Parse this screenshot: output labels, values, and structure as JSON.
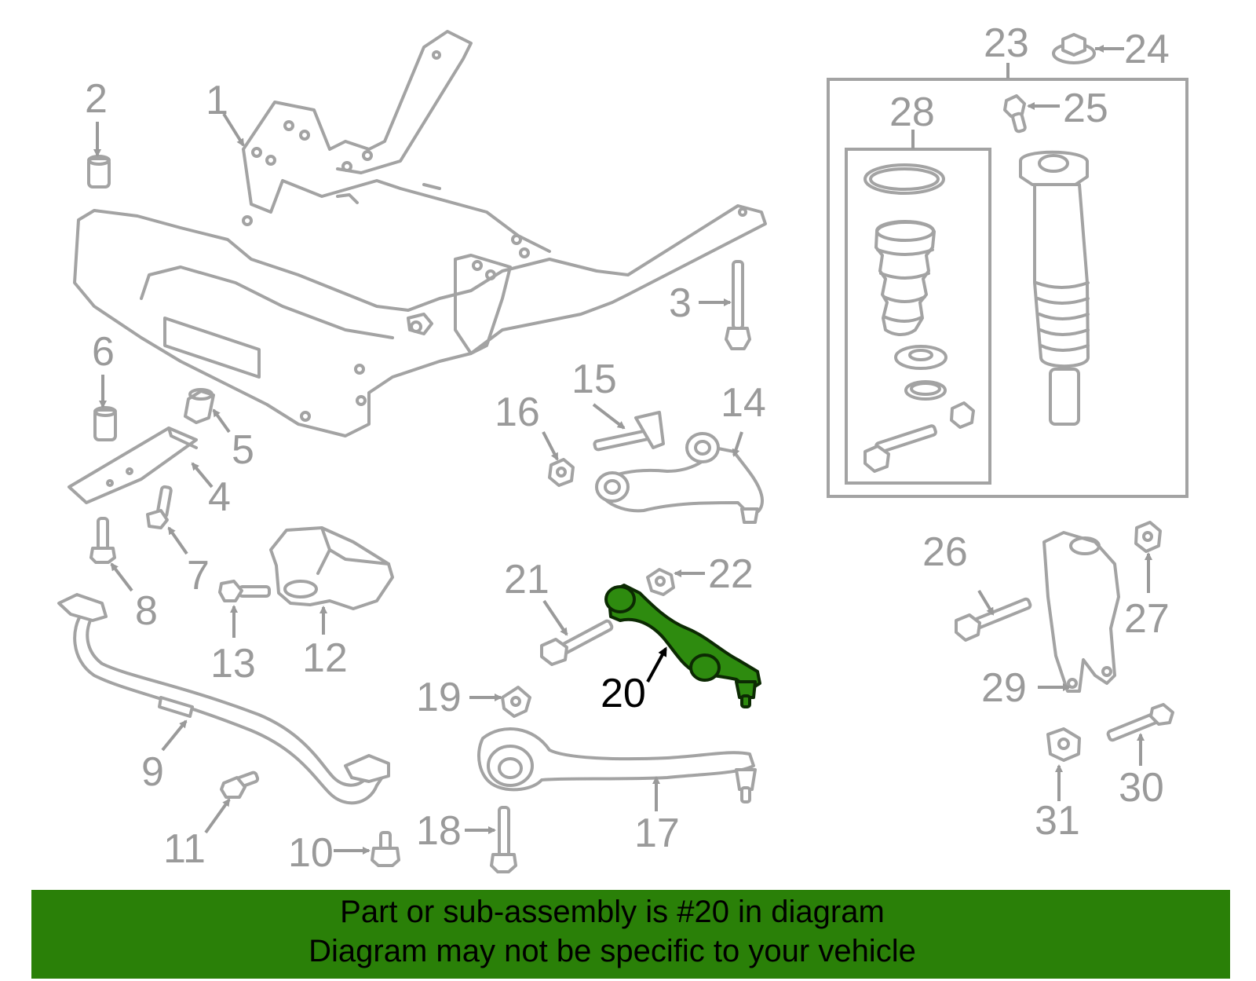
{
  "highlighted_part": "20",
  "callouts": [
    "1",
    "2",
    "3",
    "4",
    "5",
    "6",
    "7",
    "8",
    "9",
    "10",
    "11",
    "12",
    "13",
    "14",
    "15",
    "16",
    "17",
    "18",
    "19",
    "20",
    "21",
    "22",
    "23",
    "24",
    "25",
    "26",
    "27",
    "28",
    "29",
    "30",
    "31"
  ],
  "banner": {
    "line1": "Part or sub-assembly is #20 in diagram",
    "line2": "Diagram may not be specific to your vehicle"
  },
  "colors": {
    "banner_bg": "#2a8008",
    "highlight_part": "#2e8b0f",
    "line_art": "#a3a3a3"
  }
}
